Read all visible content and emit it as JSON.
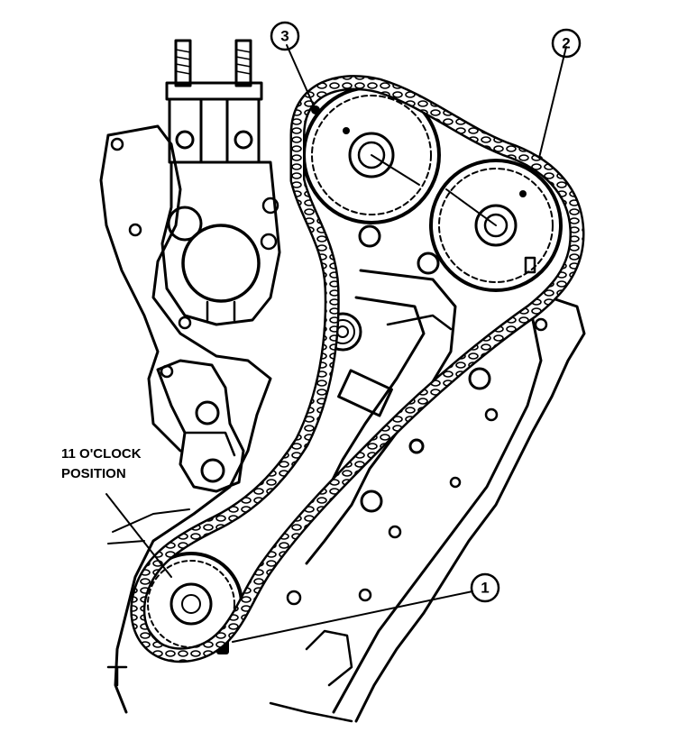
{
  "annotation": {
    "line1": "11 O'CLOCK",
    "line2": "POSITION"
  },
  "callouts": [
    {
      "id": "1",
      "label": "1"
    },
    {
      "id": "2",
      "label": "2"
    },
    {
      "id": "3",
      "label": "3"
    }
  ]
}
